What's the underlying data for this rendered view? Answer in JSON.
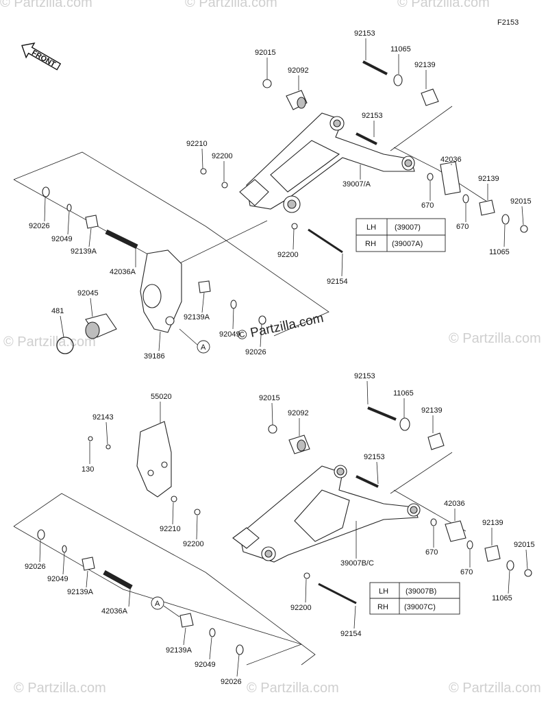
{
  "figure_code": "F2153",
  "front_label": "FRONT",
  "callout_letter": "A",
  "watermark_main": "© Partzilla.com",
  "watermark_faint": "© Partzilla.com",
  "upper_assembly": {
    "labels": {
      "p92015_a": "92015",
      "p92153_a": "92153",
      "p11065_a": "11065",
      "p92092": "92092",
      "p92139_a": "92139",
      "p92153_b": "92153",
      "p92210": "92210",
      "p92200_a": "92200",
      "p42036": "42036",
      "p39007a": "39007/A",
      "p670_a": "670",
      "p670_b": "670",
      "p92139_b": "92139",
      "p92015_b": "92015",
      "p11065_b": "11065",
      "p92026_a": "92026",
      "p92049_a": "92049",
      "p92139a_a": "92139A",
      "p42036a": "42036A",
      "p92200_b": "92200",
      "p92154": "92154",
      "p92045": "92045",
      "p481": "481",
      "p92139a_b": "92139A",
      "p92049_b": "92049",
      "p92026_b": "92026",
      "p39186": "39186"
    },
    "table": [
      {
        "side": "LH",
        "part": "(39007)"
      },
      {
        "side": "RH",
        "part": "(39007A)"
      }
    ]
  },
  "lower_assembly": {
    "labels": {
      "p92153_a": "92153",
      "p92015_a": "92015",
      "p11065_a": "11065",
      "p55020": "55020",
      "p92092": "92092",
      "p92139_a": "92139",
      "p92143": "92143",
      "p130": "130",
      "p92153_b": "92153",
      "p42036": "42036",
      "p92210": "92210",
      "p92200_a": "92200",
      "p92139_b": "92139",
      "p92015_b": "92015",
      "p670_a": "670",
      "p39007bc": "39007B/C",
      "p670_b": "670",
      "p11065_b": "11065",
      "p92026_a": "92026",
      "p92049_a": "92049",
      "p92139a_a": "92139A",
      "p42036a": "42036A",
      "p92200_b": "92200",
      "p92154": "92154",
      "p92139a_b": "92139A",
      "p92049_b": "92049",
      "p92026_b": "92026"
    },
    "table": [
      {
        "side": "LH",
        "part": "(39007B)"
      },
      {
        "side": "RH",
        "part": "(39007C)"
      }
    ]
  }
}
